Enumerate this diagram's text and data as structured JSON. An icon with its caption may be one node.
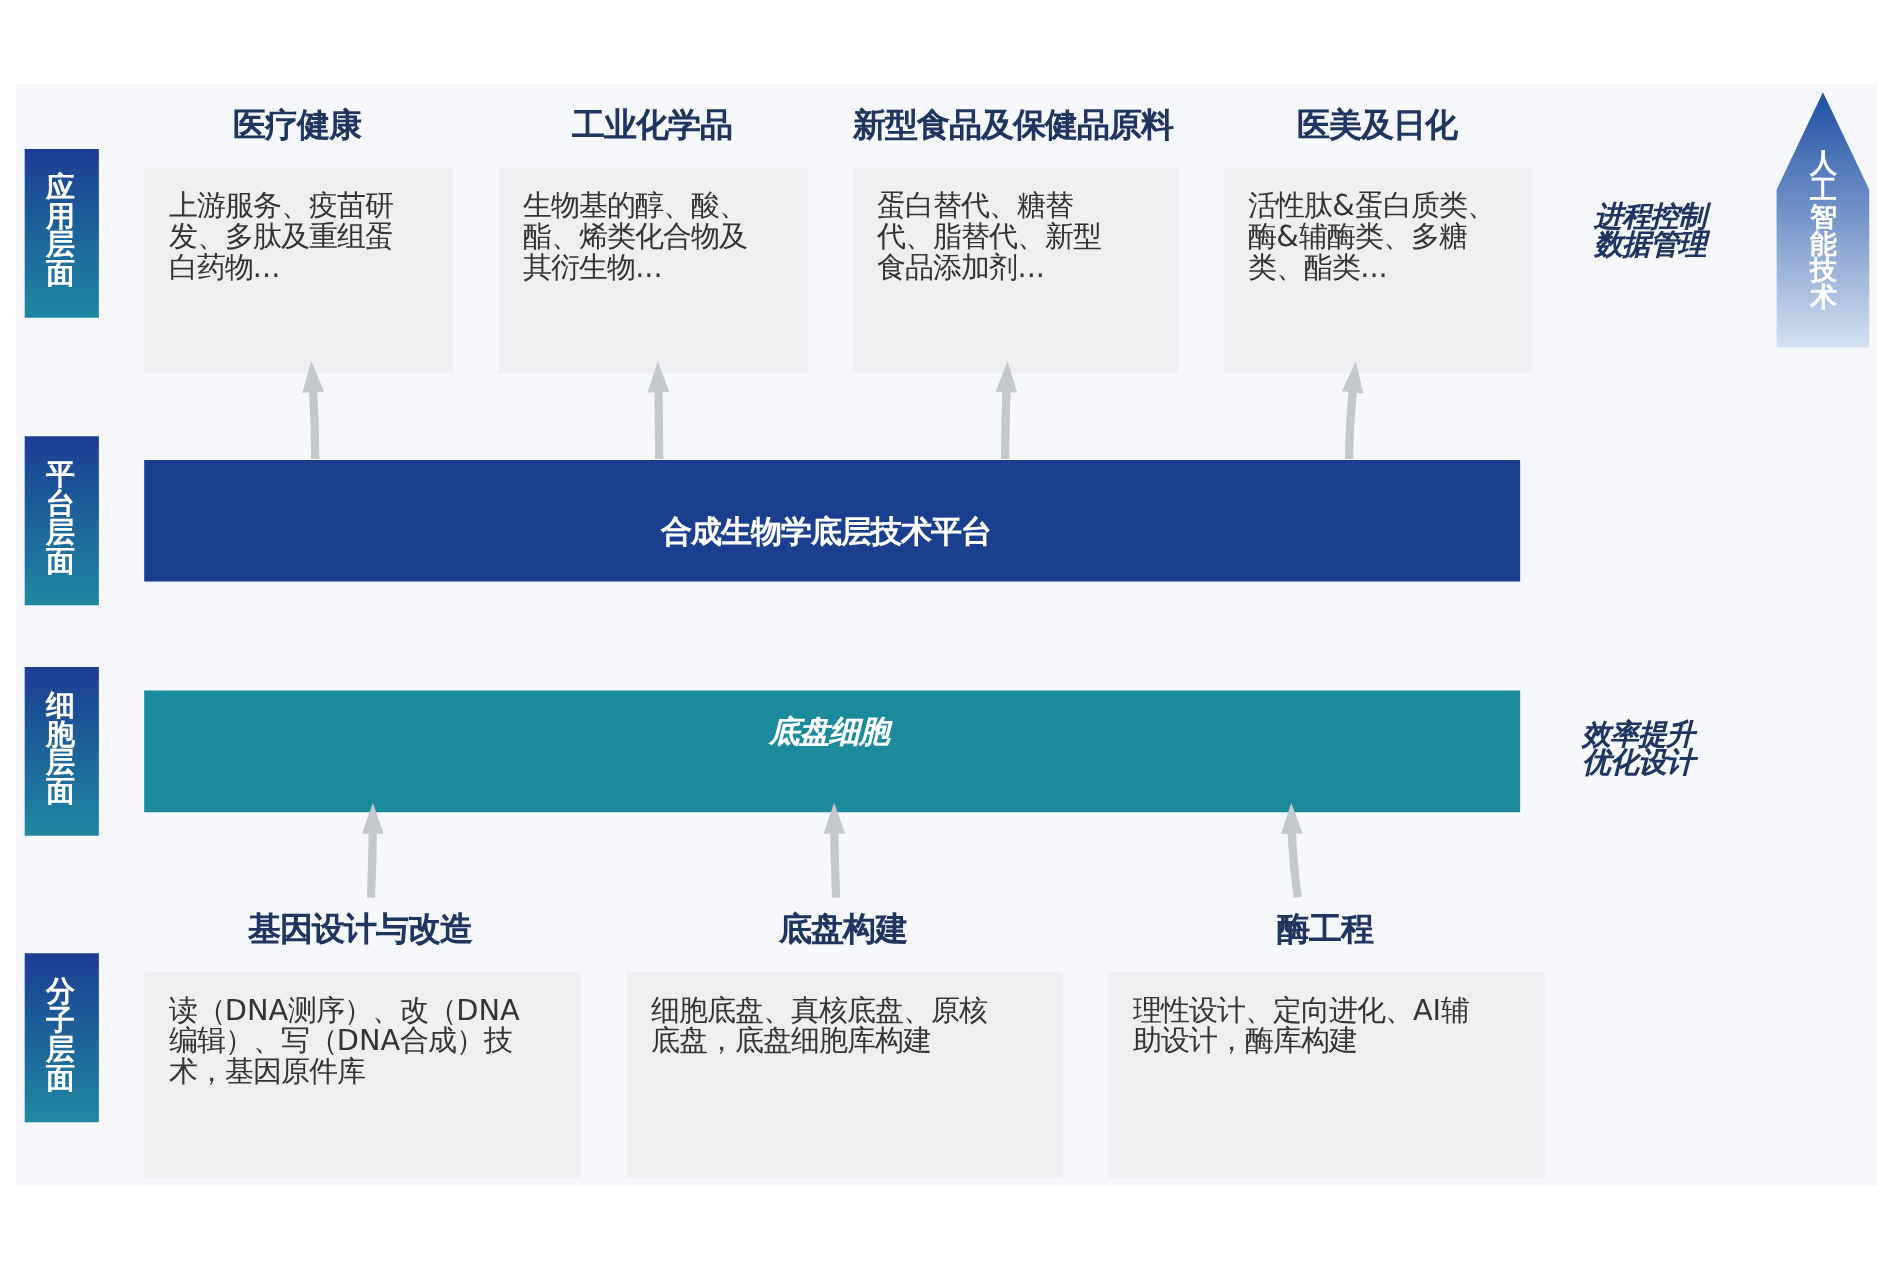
{
  "diagram": {
    "nodes": [
      {
        "text": [
          "应用层面"
        ]
      },
      {
        "text": [
          "医疗健康",
          "上游服务、疫苗研发、多肽及重组蛋白药物..."
        ]
      },
      {
        "text": [
          "工业化学品",
          "生物基的醇、酸、酯、烯类化合物及其衍生物..."
        ]
      },
      {
        "text": [
          "新型食品及保健品原料",
          "蛋白替代、糖替代、脂替代、新型食品添加剂..."
        ]
      },
      {
        "text": [
          "医美及日化",
          "活性肽&蛋白质类、酶&辅酶类、多糖类、酯类..."
        ]
      },
      {
        "text": [
          "平台层面"
        ]
      },
      {
        "text": [
          "合成生物学底层技术平台"
        ]
      },
      {
        "text": [
          "细胞层面"
        ]
      },
      {
        "text": [
          "底盘细胞"
        ]
      },
      {
        "text": [
          "分子层面"
        ]
      },
      {
        "text": [
          "基因设计与改造",
          "读（DNA测序）、改（DNA编辑）、写（DNA合成）技术，基因原件库"
        ]
      },
      {
        "text": [
          "底盘构建",
          "细胞底盘、真核底盘、原核底盘，底盘细胞库构建"
        ]
      },
      {
        "text": [
          "酶工程",
          "理性设计、定向进化、AI辅助设计，酶库构建"
        ]
      },
      {
        "text": [
          "人工智能技术"
        ]
      }
    ],
    "edges": [
      {
        "from": 6,
        "to": 1,
        "arrow": "to"
      },
      {
        "from": 6,
        "to": 2,
        "arrow": "to"
      },
      {
        "from": 6,
        "to": 3,
        "arrow": "to"
      },
      {
        "from": 6,
        "to": 4,
        "arrow": "to"
      },
      {
        "from": 10,
        "to": 8,
        "arrow": "to"
      },
      {
        "from": 11,
        "to": 8,
        "arrow": "to"
      },
      {
        "from": 12,
        "to": 8,
        "arrow": "to"
      }
    ],
    "labels": [
      "进程控制数据管理",
      "效率提升优化设计"
    ]
  }
}
